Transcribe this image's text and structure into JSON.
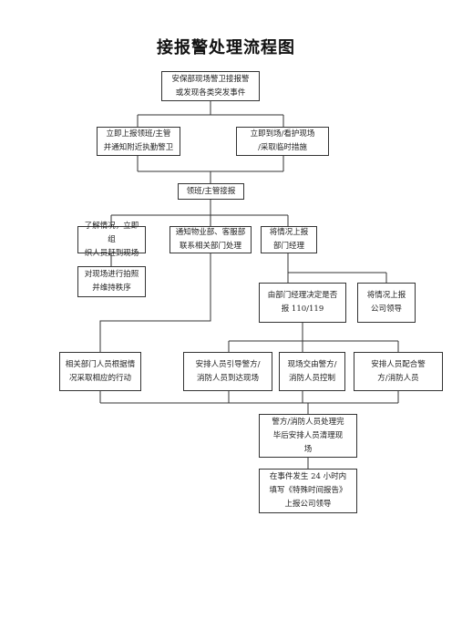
{
  "title": "接报警处理流程图",
  "boxes": {
    "start": "安保部现场警卫接报警\n或发现各类突发事件",
    "report_supervisor": "立即上报领班/主管\n并通知附近执勤警卫",
    "protect_scene": "立即到场/看护现场\n/采取临时措施",
    "supervisor_receive": "领班/主管接报",
    "understand_situation": "了解情况，立即组\n织人员赶到现场",
    "notify_departments": "通知物业部、客服部\n联系相关部门处理",
    "report_manager": "将情况上报\n部门经理",
    "photograph_scene": "对现场进行拍照\n并维持秩序",
    "manager_decide": "由部门经理决定是否\n报 110/119",
    "report_company": "将情况上报\n公司领导",
    "related_dept_action": "相关部门人员根据情\n况采取相应的行动",
    "guide_police": "安排人员引导警方/\n消防人员到达现场",
    "handover_control": "现场交由警方/\n消防人员控制",
    "assist_police": "安排人员配合警\n方/消防人员",
    "cleanup": "警方/消防人员处理完\n毕后安排人员清理现\n场",
    "fill_report": "在事件发生 24 小时内\n填写《特殊时间报告》\n上报公司领导"
  }
}
